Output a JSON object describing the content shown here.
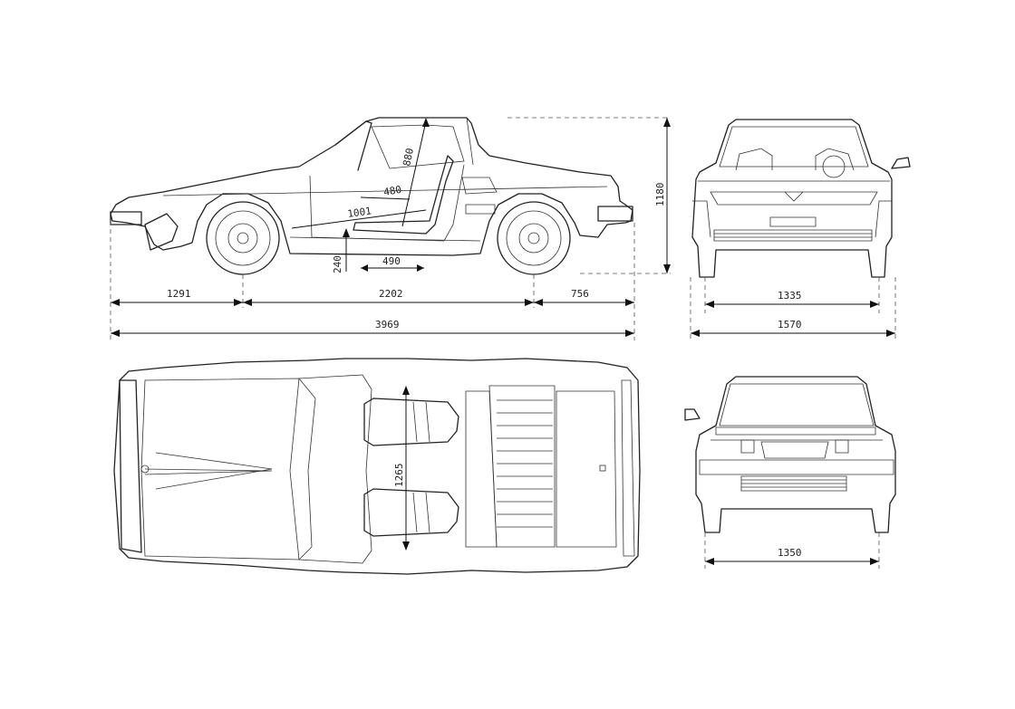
{
  "drawing": {
    "side_view": {
      "dims": {
        "front_overhang": "1291",
        "wheelbase": "2202",
        "rear_overhang": "756",
        "overall_length": "3969",
        "overall_height": "1180",
        "seat_height": "240",
        "seat_travel": "490",
        "seat_back": "880",
        "headroom": "1001",
        "backrest_depth": "480"
      }
    },
    "front_view": {
      "dims": {
        "front_track": "1335",
        "overall_width": "1570"
      }
    },
    "top_view": {
      "dims": {
        "cabin_width": "1265"
      }
    },
    "rear_view": {
      "dims": {
        "rear_track": "1350"
      }
    }
  }
}
